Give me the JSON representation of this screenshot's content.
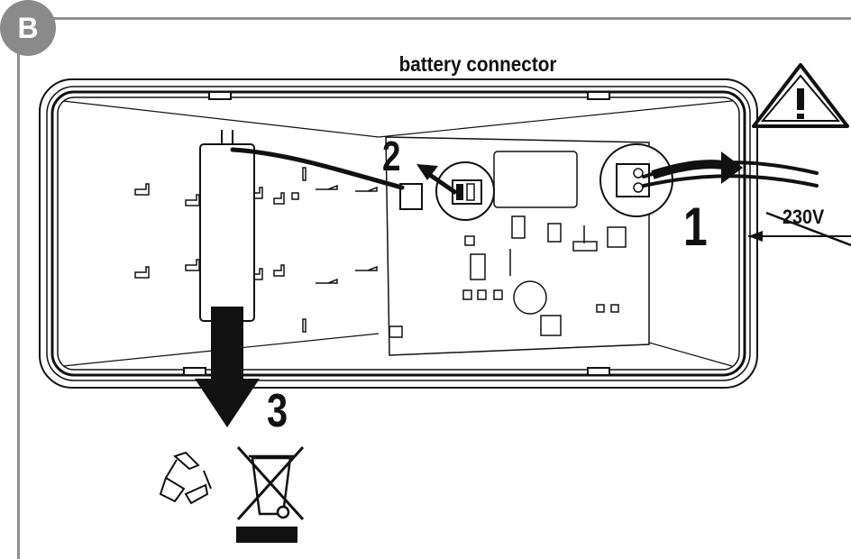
{
  "section": {
    "badge": "B"
  },
  "title": "battery connector",
  "steps": {
    "one": "1",
    "two": "2",
    "three": "3"
  },
  "voltage": {
    "label": "230V"
  },
  "icons": {
    "warning": "warning-triangle-icon",
    "recycle": "recycle-icon",
    "no_bin": "crossed-out-wheelie-bin-icon"
  },
  "colors": {
    "frame": "#8f8f8f",
    "badge": "#8a8a8a",
    "ink": "#111111"
  }
}
